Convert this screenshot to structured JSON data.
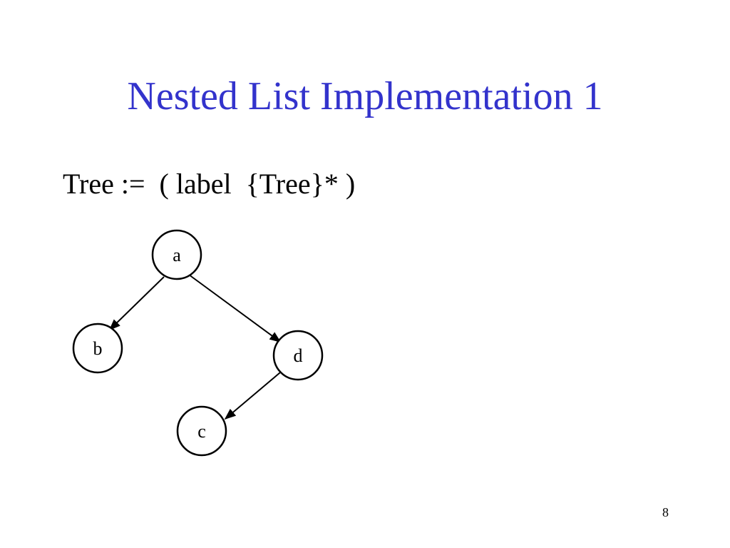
{
  "slide": {
    "title": "Nested List Implementation 1",
    "grammar": "Tree :=  ( label  {Tree}* )",
    "page_number": "8"
  },
  "tree": {
    "nodes": [
      {
        "id": "a",
        "label": "a"
      },
      {
        "id": "b",
        "label": "b"
      },
      {
        "id": "d",
        "label": "d"
      },
      {
        "id": "c",
        "label": "c"
      }
    ],
    "edges": [
      {
        "from": "a",
        "to": "b"
      },
      {
        "from": "a",
        "to": "d"
      },
      {
        "from": "d",
        "to": "c"
      }
    ],
    "colors": {
      "title": "#3333cc",
      "stroke": "#000000"
    }
  }
}
